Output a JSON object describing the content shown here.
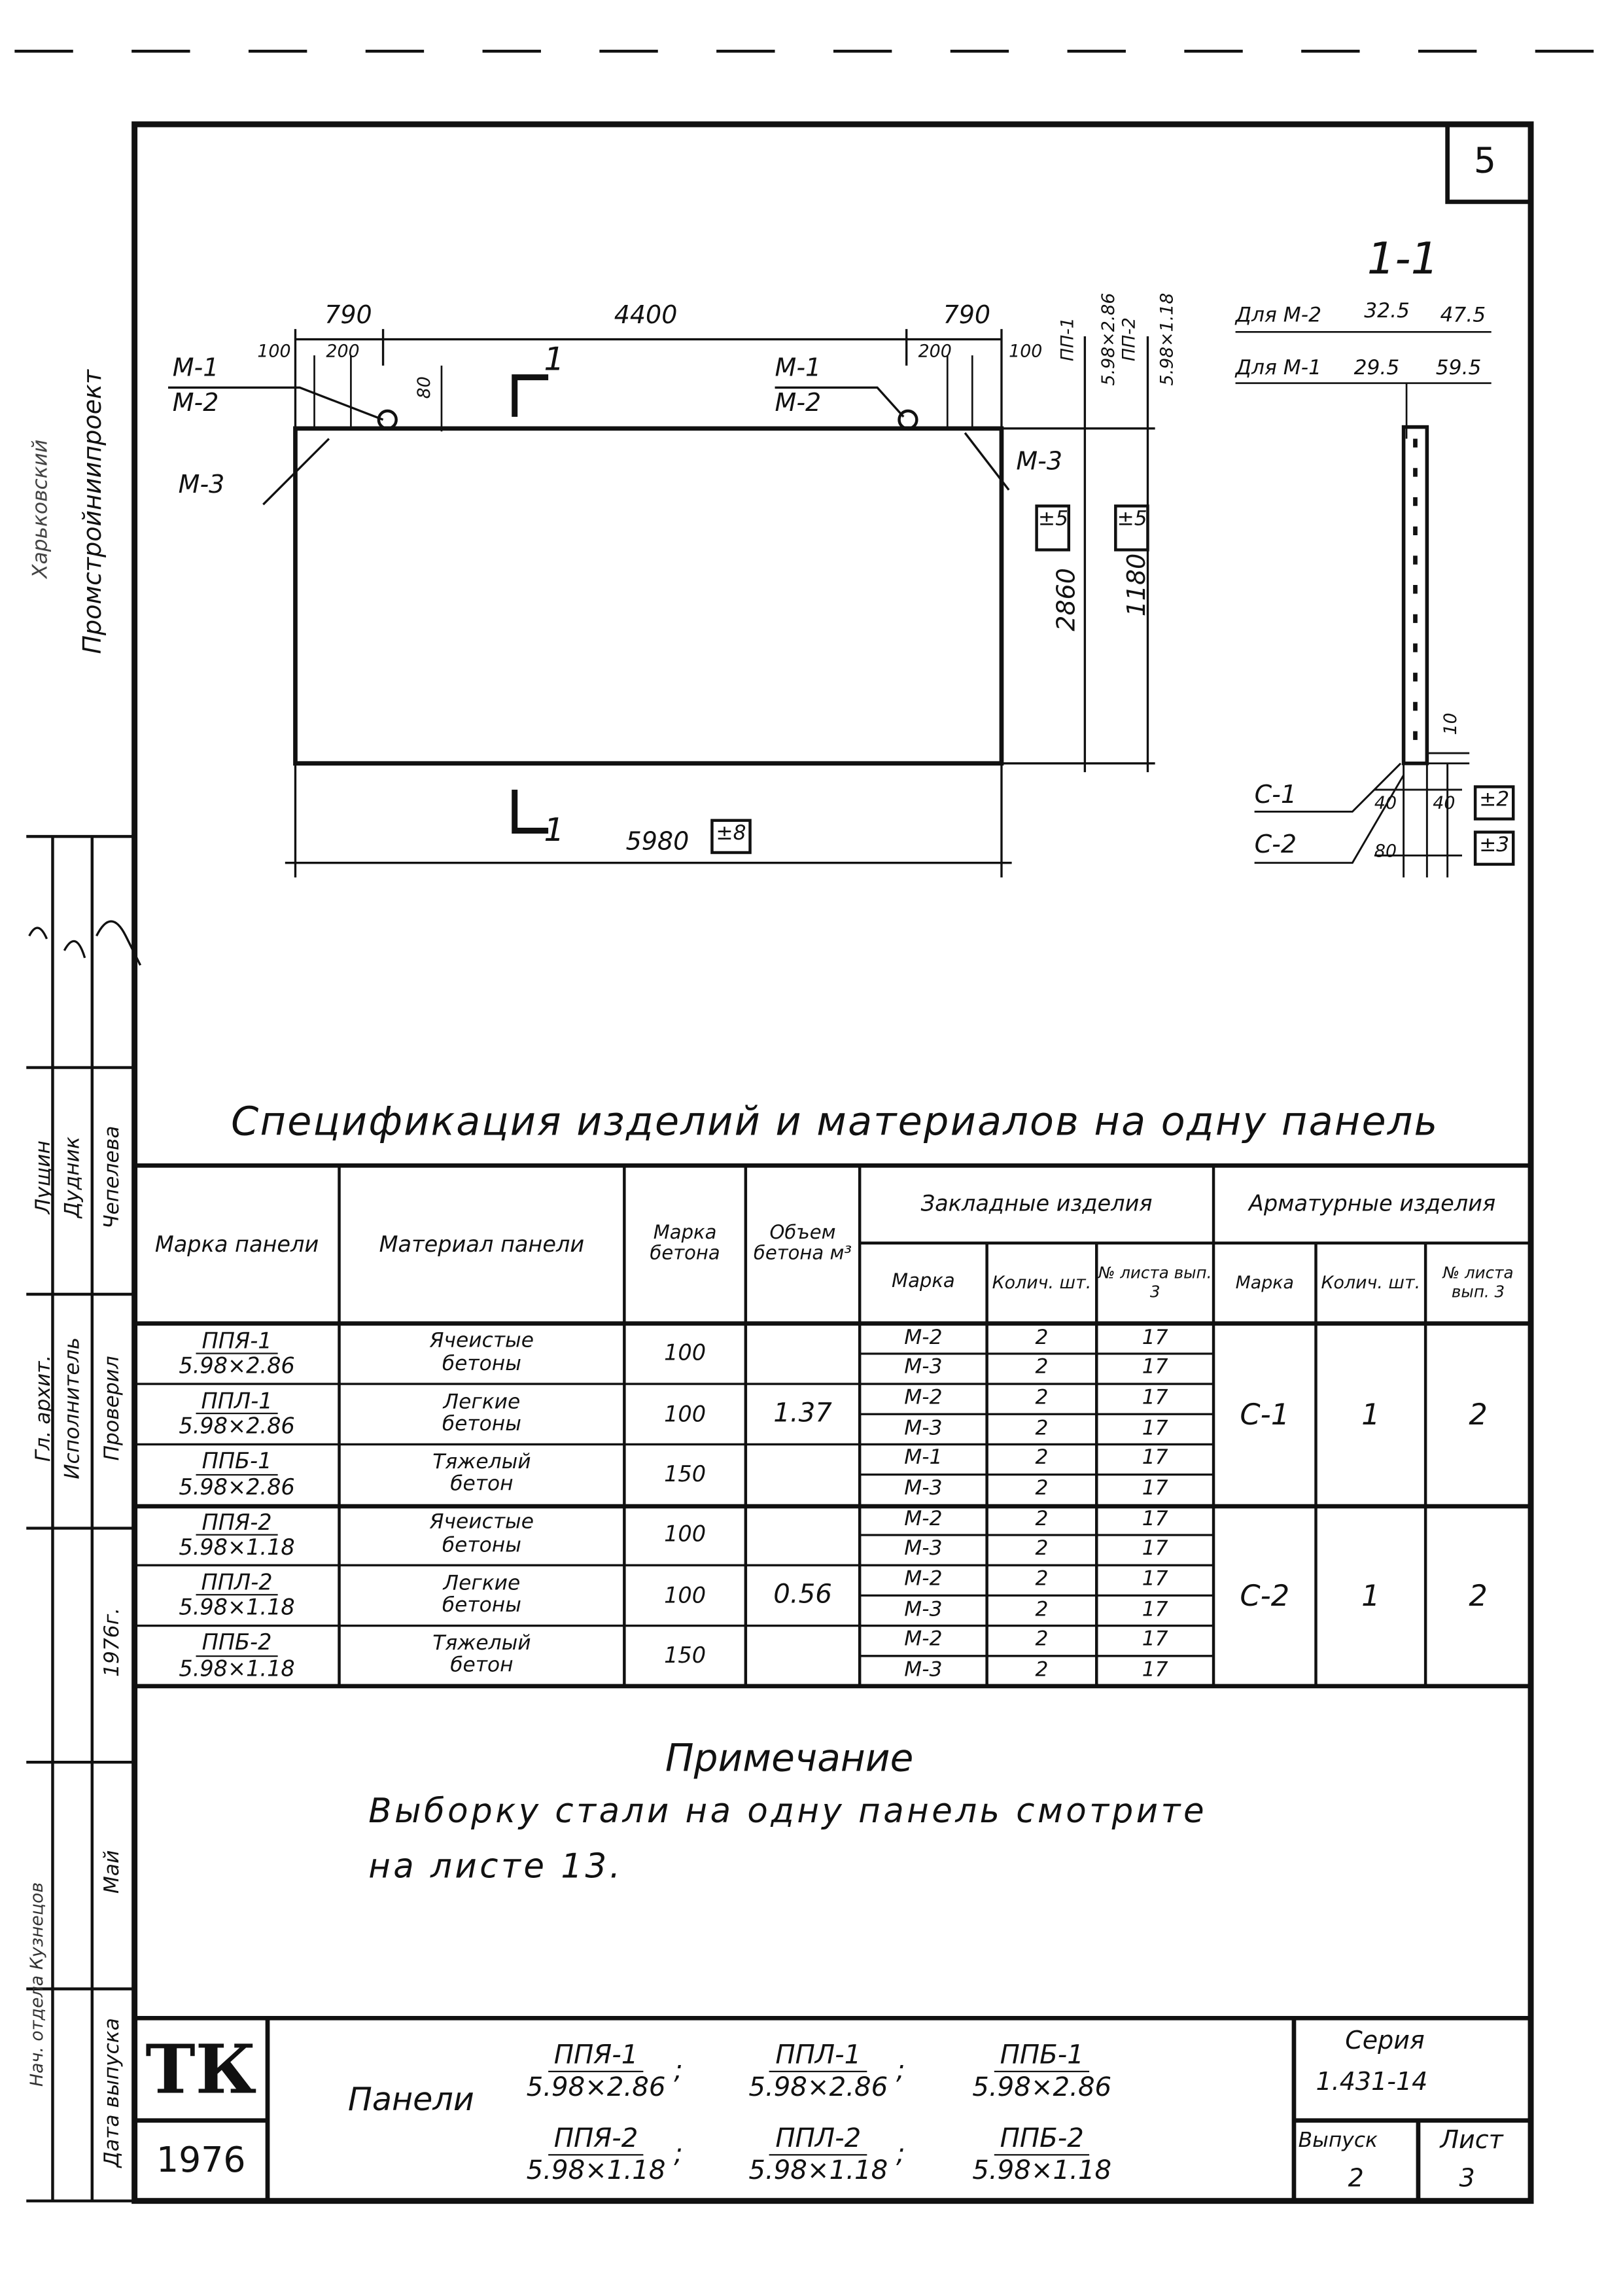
{
  "sheet_number": "5",
  "drawing": {
    "dims_top": [
      "790",
      "4400",
      "790"
    ],
    "dims_small_left": [
      "100",
      "200"
    ],
    "dims_small_right": [
      "200",
      "100"
    ],
    "dim_80": "80",
    "labels_left": [
      "М-1",
      "М-2",
      "М-3"
    ],
    "labels_right": [
      "М-1",
      "М-2",
      "М-3"
    ],
    "section_mark": "1",
    "length": "5980",
    "length_tol": "±8",
    "height_1": "2860",
    "height_2": "1180",
    "height_tol_1": "±5",
    "height_tol_2": "±5",
    "panel_marks": [
      "ПП-1",
      "5.98×2.86",
      "ПП-2",
      "5.98×1.18"
    ]
  },
  "section": {
    "title": "1-1",
    "line1_label": "Для М-2",
    "line1_a": "32.5",
    "line1_b": "47.5",
    "line2_label": "Для М-1",
    "line2_a": "29.5",
    "line2_b": "59.5",
    "dim_10": "10",
    "c1": "С-1",
    "c2": "С-2",
    "dim_40a": "40",
    "dim_40b": "40",
    "dim_80": "80",
    "tol_2": "±2",
    "tol_3": "±3"
  },
  "spec": {
    "title": "Спецификация изделий и материалов на одну панель",
    "headers": {
      "panel_mark": "Марка панели",
      "material": "Материал панели",
      "concrete_grade": "Марка бетона",
      "volume": "Объем бетона м³",
      "embedded": "Закладные изделия",
      "reinforcement": "Арматурные изделия",
      "mark": "Марка",
      "qty": "Колич. шт.",
      "sheet": "№ листа вып. 3"
    },
    "panels": [
      {
        "name": "ППЯ-1",
        "size": "5.98×2.86",
        "material": "Ячеистые бетоны",
        "grade": "100",
        "items": [
          [
            "М-2",
            "2",
            "17"
          ],
          [
            "М-3",
            "2",
            "17"
          ]
        ]
      },
      {
        "name": "ППЛ-1",
        "size": "5.98×2.86",
        "material": "Легкие бетоны",
        "grade": "100",
        "items": [
          [
            "М-2",
            "2",
            "17"
          ],
          [
            "М-3",
            "2",
            "17"
          ]
        ]
      },
      {
        "name": "ППБ-1",
        "size": "5.98×2.86",
        "material": "Тяжелый бетон",
        "grade": "150",
        "items": [
          [
            "М-1",
            "2",
            "17"
          ],
          [
            "М-3",
            "2",
            "17"
          ]
        ]
      },
      {
        "name": "ППЯ-2",
        "size": "5.98×1.18",
        "material": "Ячеистые бетоны",
        "grade": "100",
        "items": [
          [
            "М-2",
            "2",
            "17"
          ],
          [
            "М-3",
            "2",
            "17"
          ]
        ]
      },
      {
        "name": "ППЛ-2",
        "size": "5.98×1.18",
        "material": "Легкие бетоны",
        "grade": "100",
        "items": [
          [
            "М-2",
            "2",
            "17"
          ],
          [
            "М-3",
            "2",
            "17"
          ]
        ]
      },
      {
        "name": "ППБ-2",
        "size": "5.98×1.18",
        "material": "Тяжелый бетон",
        "grade": "150",
        "items": [
          [
            "М-2",
            "2",
            "17"
          ],
          [
            "М-3",
            "2",
            "17"
          ]
        ]
      }
    ],
    "groups": [
      {
        "volume": "1.37",
        "mark": "С-1",
        "qty": "1",
        "sheet": "2"
      },
      {
        "volume": "0.56",
        "mark": "С-2",
        "qty": "1",
        "sheet": "2"
      }
    ]
  },
  "note": {
    "title": "Примечание",
    "line1": "Выборку стали на одну панель смотрите",
    "line2": "на листе 13."
  },
  "title_block": {
    "logo": "ТК",
    "year": "1976",
    "panels_label": "Панели",
    "panels": [
      {
        "n": "ППЯ-1",
        "d": "5.98×2.86"
      },
      {
        "n": "ППЛ-1",
        "d": "5.98×2.86"
      },
      {
        "n": "ППБ-1",
        "d": "5.98×2.86"
      },
      {
        "n": "ППЯ-2",
        "d": "5.98×1.18"
      },
      {
        "n": "ППЛ-2",
        "d": "5.98×1.18"
      },
      {
        "n": "ППБ-2",
        "d": "5.98×1.18"
      }
    ],
    "series_label": "Серия",
    "series": "1.431-14",
    "issue_label": "Выпуск",
    "issue": "2",
    "sheet_label": "Лист",
    "sheet": "3"
  },
  "stamp": {
    "org1": "Харьковский",
    "org2": "Промстройниипроект",
    "chief_arch_label": "Гл. архит.",
    "chief_arch": "Лущин",
    "executor_label": "Исполнитель",
    "executor": "Дудник",
    "checked_label": "Проверил",
    "checked": "Чепелева",
    "year": "1976г.",
    "month": "Май",
    "date_label": "Дата выпуска",
    "dept_head": "Нач. отдела Кузнецов"
  }
}
